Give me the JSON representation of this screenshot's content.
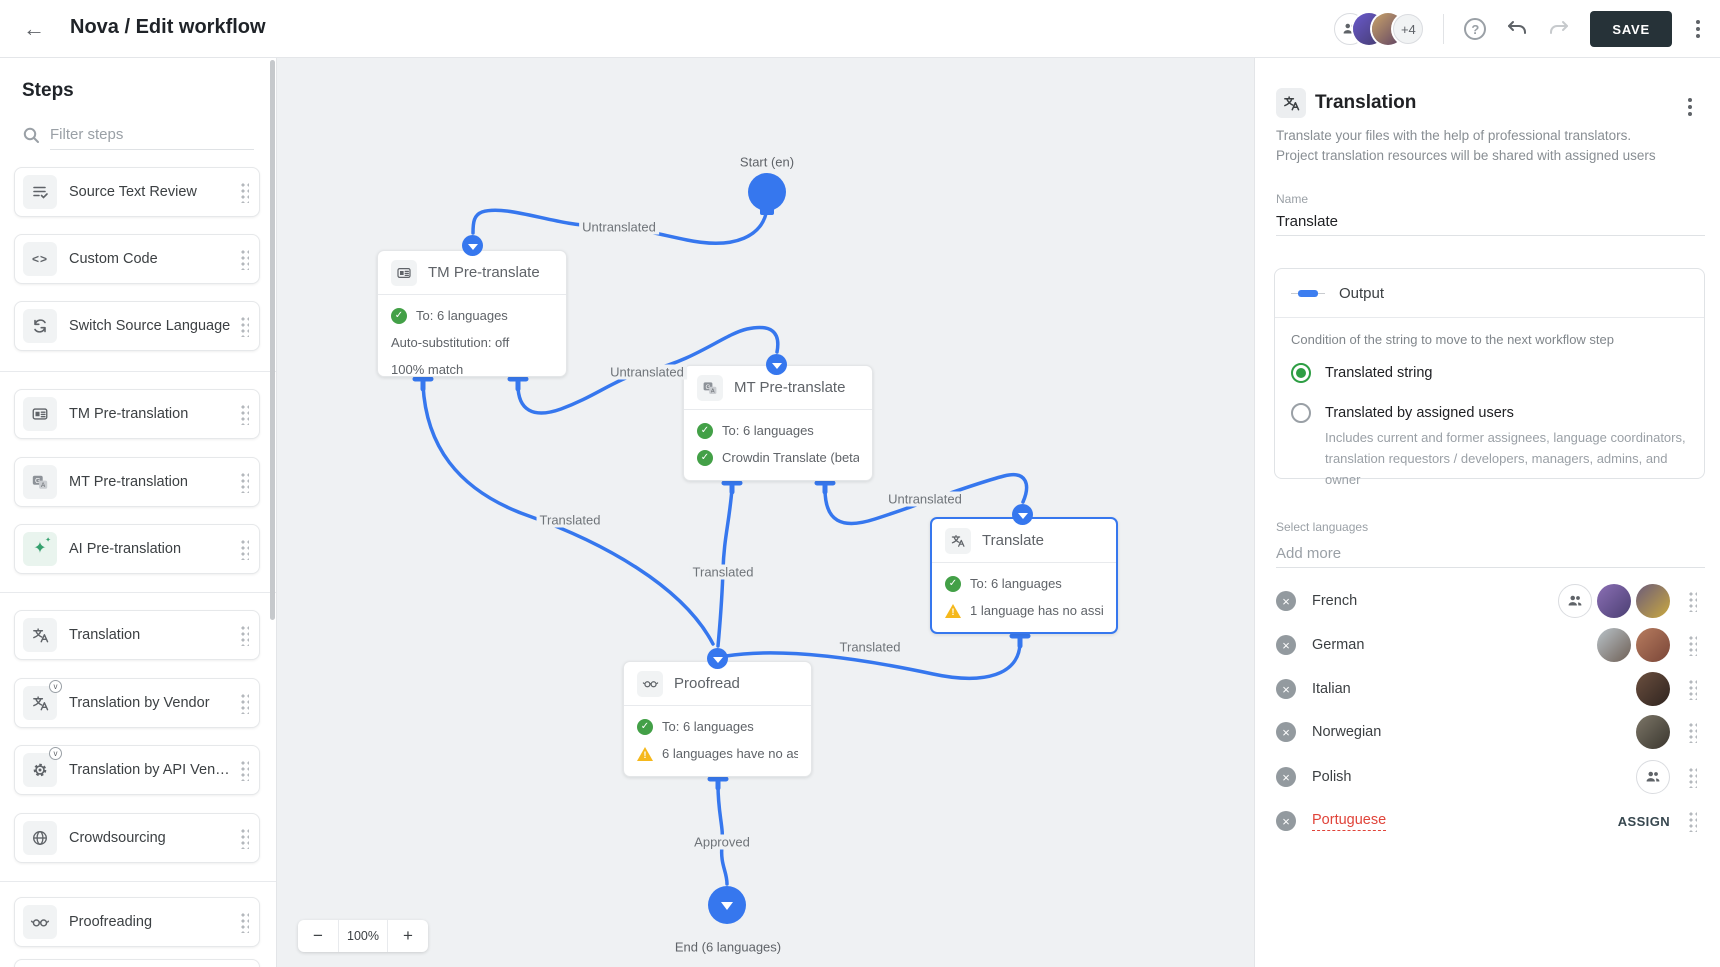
{
  "header": {
    "title": "Nova / Edit workflow",
    "extra_avatars": "+4",
    "help_glyph": "?",
    "save_label": "SAVE"
  },
  "sidebar": {
    "title": "Steps",
    "filter_placeholder": "Filter steps",
    "items": [
      {
        "label": "Source Text Review"
      },
      {
        "label": "Custom Code"
      },
      {
        "label": "Switch Source Language"
      },
      {
        "label": "TM Pre-translation"
      },
      {
        "label": "MT Pre-translation"
      },
      {
        "label": "AI Pre-translation"
      },
      {
        "label": "Translation"
      },
      {
        "label": "Translation by Vendor"
      },
      {
        "label": "Translation by API Ven…"
      },
      {
        "label": "Crowdsourcing"
      },
      {
        "label": "Proofreading"
      }
    ]
  },
  "canvas": {
    "start_label": "Start (en)",
    "end_label": "End (6 languages)",
    "zoom": {
      "zoom_out": "−",
      "level": "100%",
      "zoom_in": "+"
    },
    "edge_labels": [
      {
        "text": "Untranslated"
      },
      {
        "text": "Untranslated"
      },
      {
        "text": "Untranslated"
      },
      {
        "text": "Translated"
      },
      {
        "text": "Translated"
      },
      {
        "text": "Translated"
      },
      {
        "text": "Approved"
      }
    ],
    "nodes": {
      "tm": {
        "title": "TM Pre-translate",
        "rows": [
          {
            "text": "To: 6 languages"
          },
          {
            "text": "Auto-substitution: off"
          },
          {
            "text": "100% match"
          }
        ]
      },
      "mt": {
        "title": "MT Pre-translate",
        "rows": [
          {
            "text": "To: 6 languages"
          },
          {
            "text": "Crowdin Translate (beta)"
          }
        ]
      },
      "translate": {
        "title": "Translate",
        "rows": [
          {
            "text": "To: 6 languages"
          },
          {
            "text": "1 language has no assi…"
          }
        ]
      },
      "proofread": {
        "title": "Proofread",
        "rows": [
          {
            "text": "To: 6 languages"
          },
          {
            "text": "6 languages have no as…"
          }
        ]
      }
    }
  },
  "panel": {
    "title": "Translation",
    "description_line1": "Translate your files with the help of professional translators.",
    "description_line2": "Project translation resources will be shared with assigned users",
    "name_label": "Name",
    "name_value": "Translate",
    "output": {
      "title": "Output",
      "condition": "Condition of the string to move to the next workflow step",
      "option1_label": "Translated string",
      "option2_label": "Translated by assigned users",
      "option2_desc_line1": "Includes current and former assignees, language coordinators,",
      "option2_desc_line2": "translation requestors / developers, managers, admins, and owner"
    },
    "select_languages_label": "Select languages",
    "add_more_placeholder": "Add more",
    "languages": [
      {
        "name": "French"
      },
      {
        "name": "German"
      },
      {
        "name": "Italian"
      },
      {
        "name": "Norwegian"
      },
      {
        "name": "Polish"
      },
      {
        "name": "Portuguese"
      }
    ],
    "assign_label": "ASSIGN"
  },
  "colors": {
    "accent_blue": "#3677ee",
    "success_green": "#43a047",
    "warning_yellow": "#f5b81c",
    "danger_red": "#e0443a",
    "save_button": "#263238"
  }
}
